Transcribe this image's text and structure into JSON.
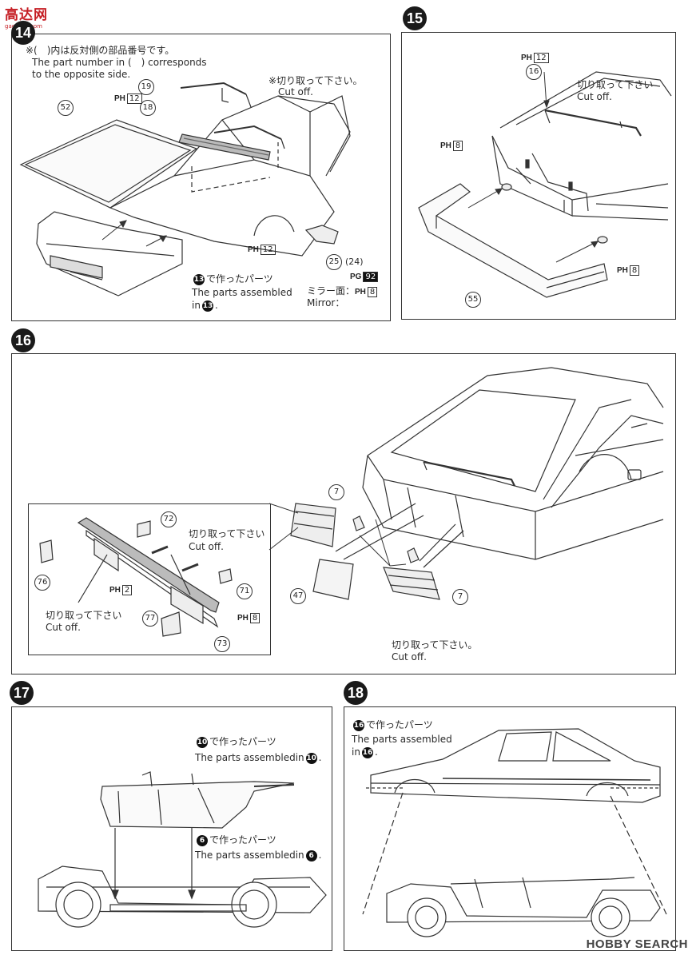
{
  "logo": {
    "main": "高达网",
    "url": "gaoshou.com"
  },
  "watermark": "HOBBY SEARCH",
  "steps": {
    "s14": {
      "number": "14",
      "note_jp": "※(　)内は反対側の部品番号です。",
      "note_en_1": "The part number in (　) corresponds",
      "note_en_2": "to the opposite side.",
      "cutoff_jp": "※切り取って下さい。",
      "cutoff_en": "Cut off.",
      "assembled_jp": "で作ったパーツ",
      "assembled_en_1": "The parts assembled",
      "assembled_en_2": "in",
      "assembled_ref": "13",
      "mirror_jp": "ミラー面：",
      "mirror_en": "Mirror：",
      "parts": [
        "19",
        "18",
        "52",
        "25",
        "(24)"
      ],
      "paint_ph12_a": "12",
      "paint_ph12_b": "12",
      "paint_pg": "92",
      "paint_mirror": "8"
    },
    "s15": {
      "number": "15",
      "cutoff_jp": "切り取って下さい",
      "cutoff_en": "Cut off.",
      "parts": [
        "16",
        "55"
      ],
      "paint_ph12": "12",
      "paint_ph8_a": "8",
      "paint_ph8_b": "8"
    },
    "s16": {
      "number": "16",
      "cutoff_jp_1": "切り取って下さい",
      "cutoff_en_1": "Cut off.",
      "cutoff_jp_2": "切り取って下さい",
      "cutoff_en_2": "Cut off.",
      "cutoff_jp_3": "切り取って下さい。",
      "cutoff_en_3": "Cut off.",
      "parts": [
        "72",
        "76",
        "71",
        "77",
        "73",
        "7",
        "7",
        "47"
      ],
      "paint_ph2": "2",
      "paint_ph8": "8"
    },
    "s17": {
      "number": "17",
      "a_jp": "で作ったパーツ",
      "a_en": "The parts assembledin",
      "a_ref": "10",
      "b_jp": "で作ったパーツ",
      "b_en": "The parts assembledin",
      "b_ref": "6"
    },
    "s18": {
      "number": "18",
      "jp": "で作ったパーツ",
      "en_1": "The parts assembled",
      "en_2": "in",
      "ref": "16"
    }
  },
  "paint_prefix": {
    "ph": "PH",
    "pg": "PG"
  }
}
